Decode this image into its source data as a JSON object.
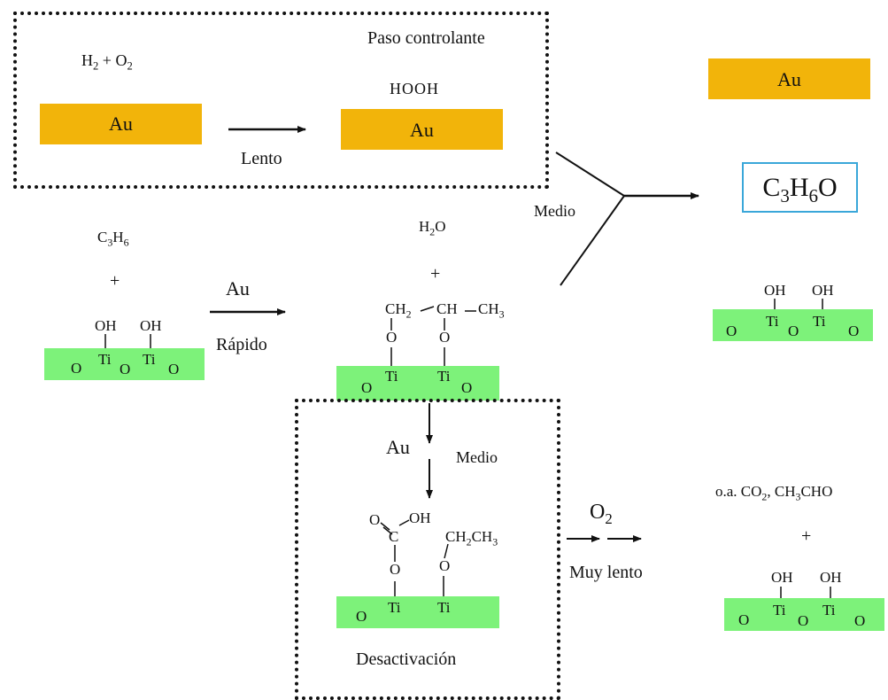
{
  "top_box": {
    "title": "Paso controlante",
    "reactant_main": "H",
    "reactant_main_sub": "2",
    "reactant_plus": " + O",
    "reactant_plus_sub": "2",
    "au_left": "Au",
    "arrow_label": "Lento",
    "product": "HOOH",
    "au_right": "Au"
  },
  "left_reactant": {
    "formula_main": "C",
    "formula_sub1": "3",
    "formula_mid": "H",
    "formula_sub2": "6",
    "plus": "+",
    "oh1": "OH",
    "oh2": "OH",
    "o1": "O",
    "ti1": "Ti",
    "o2": "O",
    "ti2": "Ti",
    "o3": "O"
  },
  "rapid_arrow": {
    "top_label": "Au",
    "bottom_label": "Rápido"
  },
  "intermediate": {
    "water_main": "H",
    "water_sub": "2",
    "water_end": "O",
    "plus": "+",
    "chain_a": "CH",
    "chain_a_sub": "2",
    "chain_b": "CH",
    "chain_c": "CH",
    "chain_c_sub": "3",
    "o_left": "O",
    "o_right": "O",
    "o_surface1": "O",
    "ti1": "Ti",
    "ti2": "Ti",
    "o_surface2": "O"
  },
  "branch": {
    "label": "Medio"
  },
  "right_top": {
    "au": "Au",
    "acetone_main": "C",
    "acetone_sub1": "3",
    "acetone_mid": "H",
    "acetone_sub2": "6",
    "acetone_end": "O",
    "oh1": "OH",
    "oh2": "OH",
    "o1": "O",
    "ti1": "Ti",
    "o2": "O",
    "ti2": "Ti",
    "o3": "O"
  },
  "deactivation_box": {
    "au": "Au",
    "medio": "Medio",
    "carb_o": "O",
    "carb_oh": "OH",
    "carb_c": "C",
    "carb_o_link": "O",
    "ethyl_main": "CH",
    "ethyl_sub1": "2",
    "ethyl_mid": "CH",
    "ethyl_sub2": "3",
    "ethyl_o": "O",
    "o_surface": "O",
    "ti1": "Ti",
    "ti2": "Ti",
    "caption": "Desactivación"
  },
  "oxidation_arrow": {
    "top_main": "O",
    "top_sub": "2",
    "bottom_label": "Muy lento"
  },
  "right_bottom": {
    "products_prefix": "o.a. CO",
    "products_sub1": "2",
    "products_mid": ", CH",
    "products_sub2": "3",
    "products_end": "CHO",
    "plus": "+",
    "oh1": "OH",
    "oh2": "OH",
    "o1": "O",
    "ti1": "Ti",
    "o2": "O",
    "ti2": "Ti",
    "o3": "O"
  },
  "colors": {
    "gold": "#f2b40a",
    "green": "#7df27a",
    "acetone_border": "#3aa7d9"
  }
}
